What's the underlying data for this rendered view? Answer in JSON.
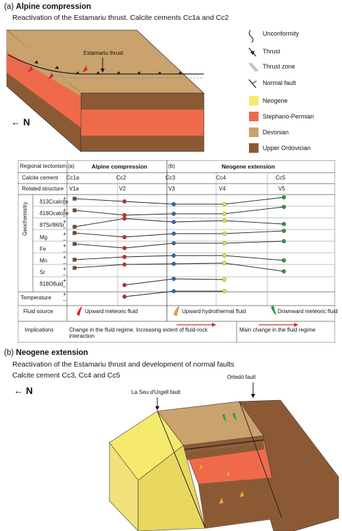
{
  "panel_a": {
    "label": "(a)",
    "title": "Alpine compression",
    "subtitle": "Reactivation of the Estamariu thrust. Calcite cements Cc1a and Cc2",
    "thrust_label": "Estamariu thrust",
    "north": "N"
  },
  "legend": {
    "symbols": [
      "Unconformity",
      "Thrust",
      "Thrust zone",
      "Normal fault"
    ],
    "units": [
      {
        "name": "Neogene",
        "color": "#f5ea6e"
      },
      {
        "name": "Stephano-Permian",
        "color": "#ef6a4b"
      },
      {
        "name": "Devonian",
        "color": "#c9a26d"
      },
      {
        "name": "Upper Ordovician",
        "color": "#8b5a35"
      }
    ]
  },
  "table": {
    "row_tectonism": "Regional tectonism",
    "row_cement": "Calcite cement",
    "row_structure": "Related structure",
    "geochemistry": "Geochemistry",
    "temperature": "Temperature",
    "fluid_source": "Fluid source",
    "implications": "Implications",
    "phase_a_label": "(a)",
    "phase_a": "Alpine compression",
    "phase_b_label": "(b)",
    "phase_b": "Neogene extension",
    "cements": [
      "Cc1a",
      "Cc2",
      "Cc3",
      "Cc4",
      "Cc5"
    ],
    "structures": [
      "V1a",
      "V2",
      "V3",
      "V4",
      "V5"
    ],
    "params": [
      "δ13Ccalcite",
      "δ18Ocalcite",
      "87Sr/86Sr",
      "Mg",
      "Fe",
      "Mn",
      "Sr",
      "δ18Ofluid"
    ],
    "plus": "+",
    "minus": "–",
    "fluid_upward_meteoric": "Upward meteoric fluid",
    "fluid_upward_hydrothermal": "Upward hydrothermal fluid",
    "fluid_downward_meteoric": "Downward meteoric fluid",
    "implication_1": "Change in the fluid regime. Increasing extent of fluid-rock interaction",
    "implication_2": "Main change in the fluid regime",
    "cement_colors": [
      "#7a4a22",
      "#d9262b",
      "#2f6db5",
      "#f2e531",
      "#2c9a4b"
    ]
  },
  "panel_b": {
    "label": "(b)",
    "title": "Neogene extension",
    "subtitle_1": "Reactivation of the Estamariu thrust and development of normal faults",
    "subtitle_2": "Calcite cement Cc3, Cc4 and Cc5",
    "fault_1": "La Seu d'Urgell fault",
    "fault_2": "Ortedó fault",
    "north": "N"
  }
}
